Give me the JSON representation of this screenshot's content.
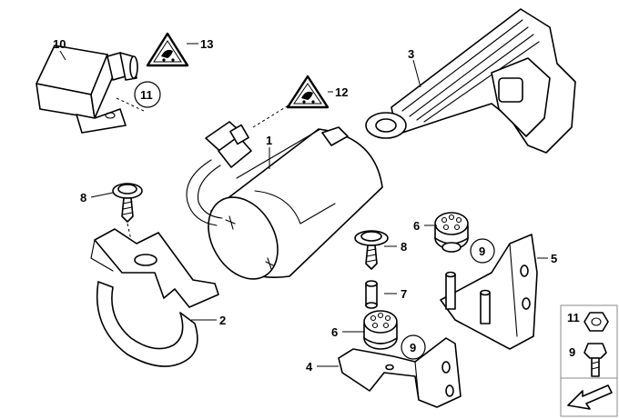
{
  "callouts": {
    "c1": "1",
    "c2": "2",
    "c3": "3",
    "c4": "4",
    "c5": "5",
    "c6a": "6",
    "c6b": "6",
    "c7": "7",
    "c8a": "8",
    "c8b": "8",
    "c9a": "9",
    "c9b": "9",
    "c10": "10",
    "c11": "11",
    "c12": "12",
    "c13": "13"
  },
  "legend": {
    "item_11": "11",
    "item_9": "9"
  },
  "icons": {
    "warning": "warning-triangle-icon",
    "arrow": "arrow-icon"
  }
}
